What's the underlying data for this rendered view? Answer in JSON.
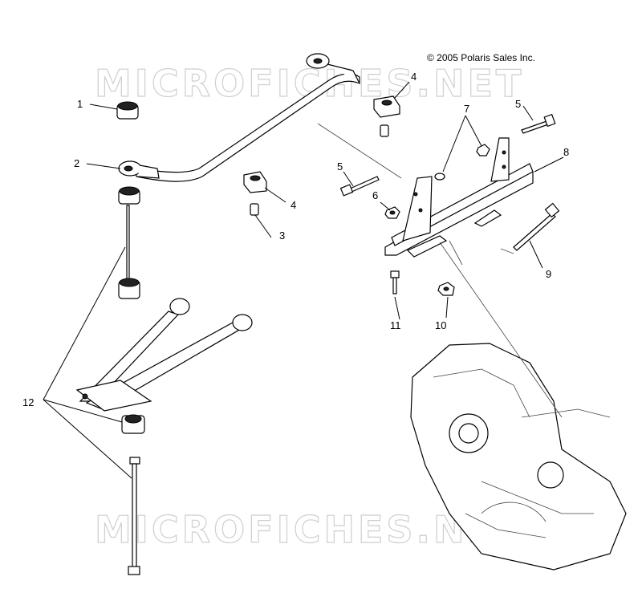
{
  "copyright": "© 2005 Polaris Sales Inc.",
  "watermark": "MICROFICHES.NET",
  "callouts": [
    "1",
    "2",
    "3",
    "4",
    "4",
    "5",
    "5",
    "6",
    "7",
    "8",
    "9",
    "10",
    "11",
    "12"
  ]
}
